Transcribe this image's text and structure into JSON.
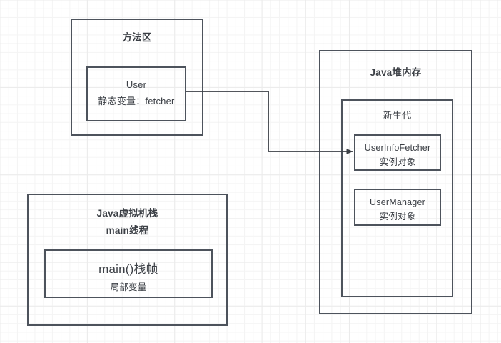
{
  "diagram": {
    "background": "#ffffff",
    "grid_color": "#f0f0f0",
    "stroke_color": "#4d535c",
    "text_color": "#3b3f45",
    "method_area": {
      "title": "方法区",
      "user_class": {
        "name": "User",
        "static_field": "静态变量：fetcher"
      }
    },
    "jvm_stack": {
      "title_line1": "Java虚拟机栈",
      "title_line2": "main线程",
      "frame": {
        "name": "main()栈帧",
        "detail": "局部变量"
      }
    },
    "heap": {
      "title": "Java堆内存",
      "young_gen": {
        "title": "新生代",
        "objects": [
          {
            "class_name": "UserInfoFetcher",
            "kind": "实例对象"
          },
          {
            "class_name": "UserManager",
            "kind": "实例对象"
          }
        ]
      }
    },
    "connector": {
      "from": "User 静态变量 fetcher",
      "to": "UserInfoFetcher 实例对象",
      "arrow_style": "filled-triangle",
      "path": "orthogonal"
    }
  }
}
